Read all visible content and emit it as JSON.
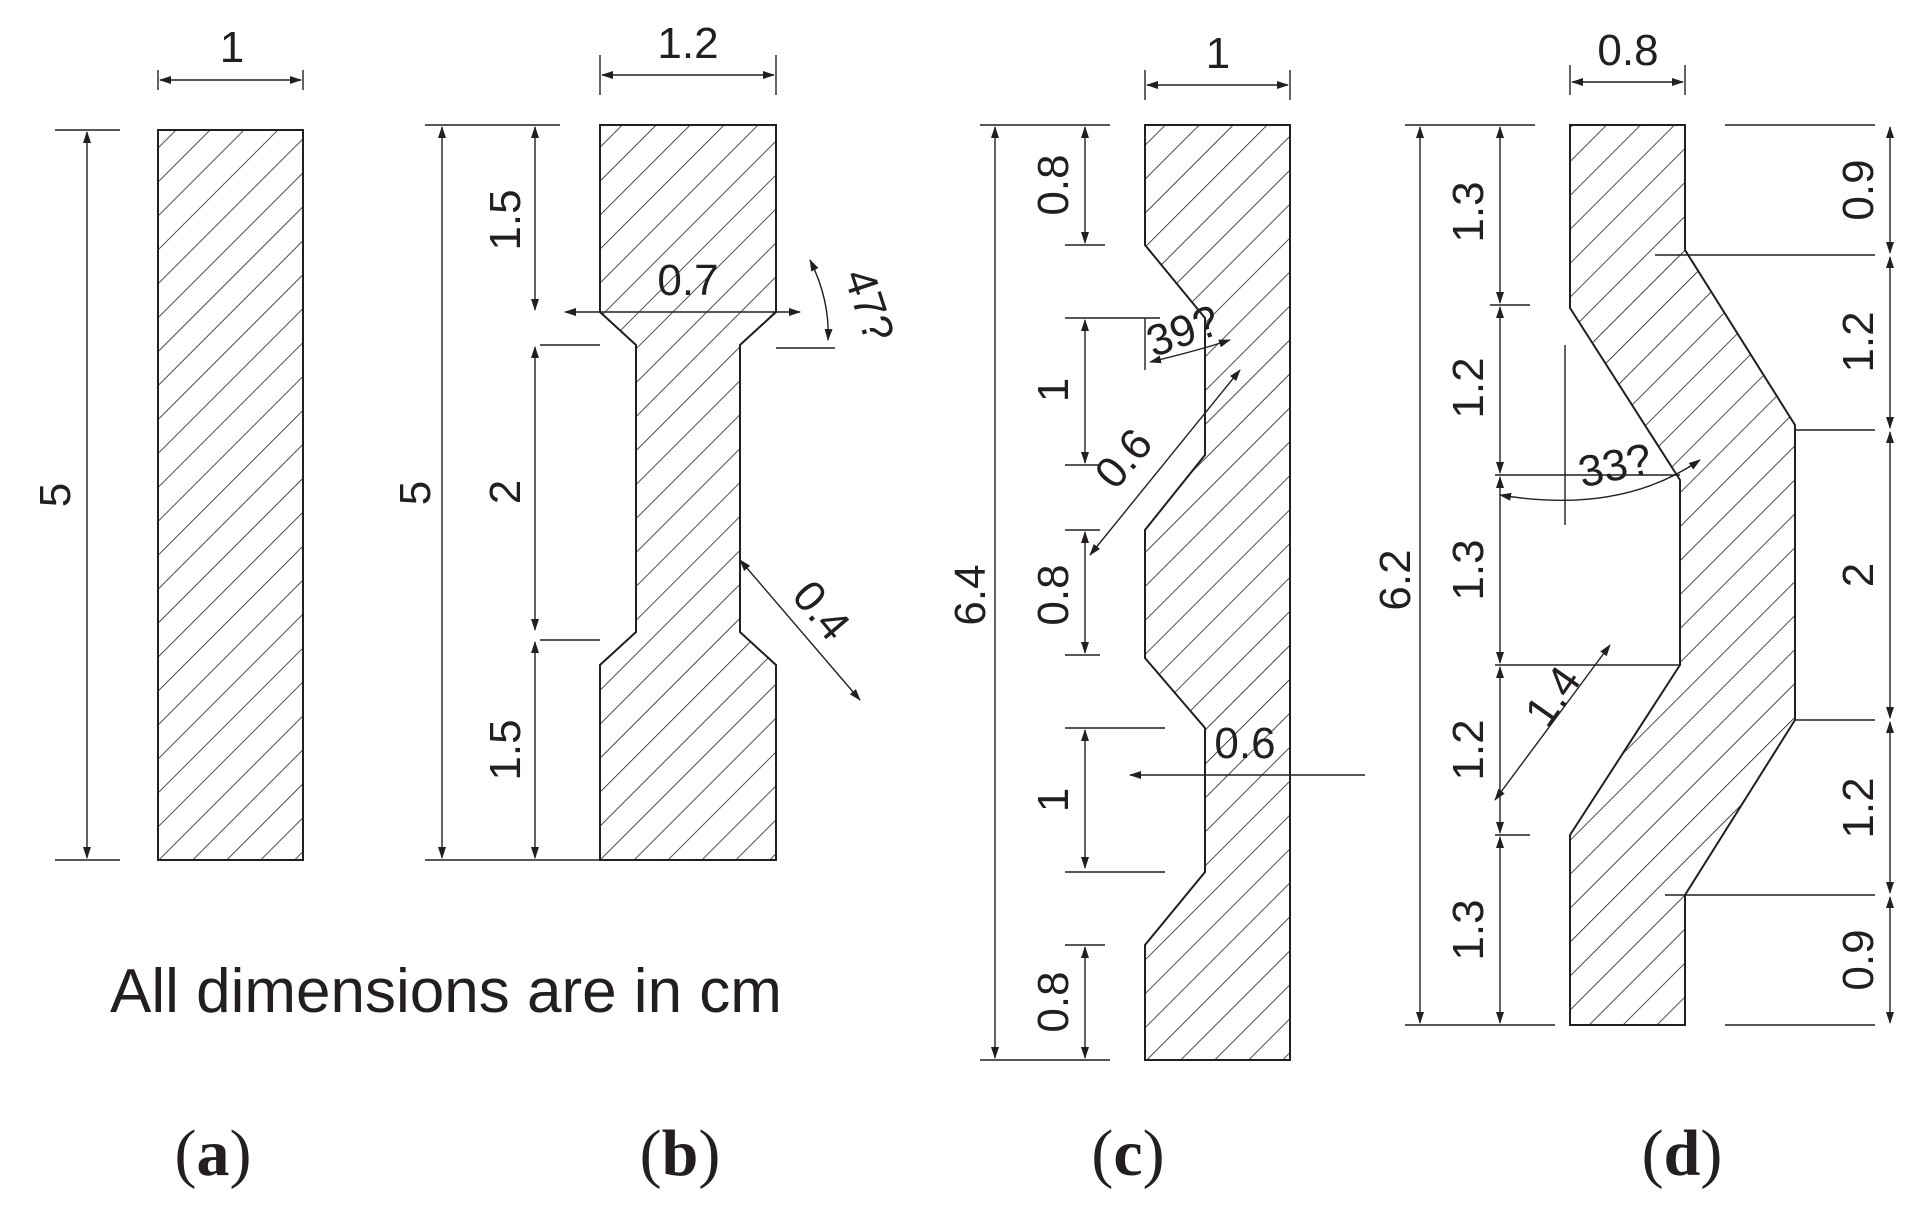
{
  "note": "All dimensions are in cm",
  "figures": {
    "a": {
      "caption_open": "(",
      "caption_letter": "a",
      "caption_close": ")",
      "dims": {
        "width": "1",
        "length": "5"
      }
    },
    "b": {
      "caption_open": "(",
      "caption_letter": "b",
      "caption_close": ")",
      "dims": {
        "width": "1.2",
        "length": "5",
        "top": "1.5",
        "middle": "2",
        "bottom": "1.5",
        "neck_width": "0.7",
        "angle": "47?",
        "radius": "0.4"
      }
    },
    "c": {
      "caption_open": "(",
      "caption_letter": "c",
      "caption_close": ")",
      "dims": {
        "width": "1",
        "length": "6.4",
        "s1": "0.8",
        "s2": "1",
        "s3": "0.8",
        "s4": "1",
        "s5": "0.8",
        "angle": "39?",
        "radius": "0.6",
        "neck_width": "0.6"
      }
    },
    "d": {
      "caption_open": "(",
      "caption_letter": "d",
      "caption_close": ")",
      "dims": {
        "width": "0.8",
        "length": "6.2",
        "l1": "1.3",
        "l2": "1.2",
        "l3": "1.3",
        "l4": "1.2",
        "l5": "1.3",
        "r1": "0.9",
        "r2": "1.2",
        "r3": "2",
        "r4": "1.2",
        "r5": "0.9",
        "angle": "33?",
        "offset": "1.4"
      }
    }
  },
  "colors": {
    "ink": "#231f20",
    "background": "#ffffff"
  }
}
